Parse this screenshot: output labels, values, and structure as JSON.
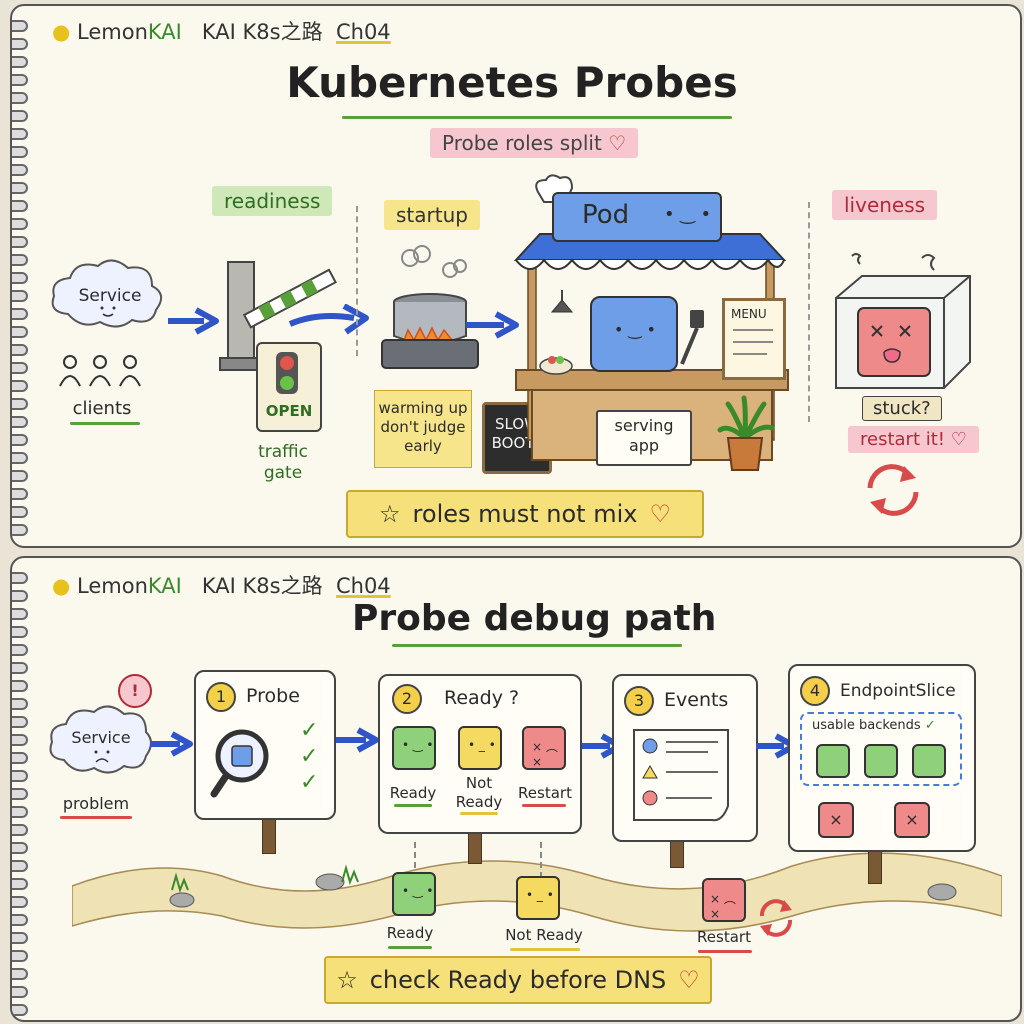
{
  "top": {
    "brand": {
      "lemon": "Lemon",
      "kai": "KAI",
      "series": "KAI K8s之路",
      "chapter": "Ch04"
    },
    "title": "Kubernetes Probes",
    "subtitle": "Probe roles split",
    "readiness": {
      "label": "readiness",
      "sign": "OPEN",
      "caption_line1": "traffic",
      "caption_line2": "gate"
    },
    "service": {
      "label": "Service",
      "clients": "clients"
    },
    "startup": {
      "label": "startup",
      "note_line1": "warming up",
      "note_line2": "don't judge",
      "note_line3": "early"
    },
    "board": {
      "line1": "SLOW",
      "line2": "BOOT?"
    },
    "pod": {
      "sign": "Pod",
      "menu": "MENU",
      "serving_line1": "serving",
      "serving_line2": "app"
    },
    "liveness": {
      "label": "liveness",
      "stuck": "stuck?",
      "restart": "restart it!"
    },
    "banner": "roles must not mix"
  },
  "bottom": {
    "brand": {
      "lemon": "Lemon",
      "kai": "KAI",
      "series": "KAI K8s之路",
      "chapter": "Ch04"
    },
    "title": "Probe debug path",
    "service": {
      "label": "Service",
      "problem": "problem"
    },
    "steps": [
      {
        "num": "1",
        "label": "Probe"
      },
      {
        "num": "2",
        "label": "Ready ?",
        "states": [
          "Ready",
          "Not Ready",
          "Restart"
        ]
      },
      {
        "num": "3",
        "label": "Events"
      },
      {
        "num": "4",
        "label": "EndpointSlice",
        "sublabel": "usable  backends"
      }
    ],
    "path_states": [
      "Ready",
      "Not Ready",
      "Restart"
    ],
    "banner": "check  Ready before DNS"
  },
  "colors": {
    "ready": "#8fd07a",
    "not_ready": "#f5da62",
    "restart": "#ee8a8a",
    "pod": "#6f9ee8",
    "arrow": "#2f55c8"
  }
}
